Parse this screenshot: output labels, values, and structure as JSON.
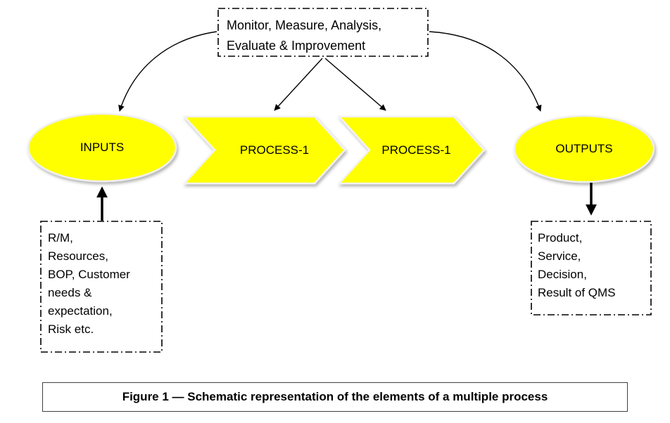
{
  "diagram": {
    "monitor_box": {
      "text": "Monitor, Measure, Analysis,\nEvaluate & Improvement"
    },
    "inputs": {
      "label": "INPUTS"
    },
    "process1": {
      "label": "PROCESS-1"
    },
    "process2": {
      "label": "PROCESS-1"
    },
    "outputs": {
      "label": "OUTPUTS"
    },
    "inputs_detail_box": {
      "text": "R/M,\nResources,\nBOP, Customer\nneeds &\nexpectation,\nRisk etc."
    },
    "outputs_detail_box": {
      "text": "Product,\nService,\nDecision,\nResult of QMS"
    },
    "caption": "Figure 1 — Schematic representation of the elements of a multiple process"
  },
  "colors": {
    "shape_fill": "#FFFF00",
    "shape_border": "#EFEFEF",
    "line": "#000000",
    "dash_box_border": "#000000",
    "caption_border": "#404040",
    "text": "#000000",
    "background": "#FFFFFF"
  }
}
